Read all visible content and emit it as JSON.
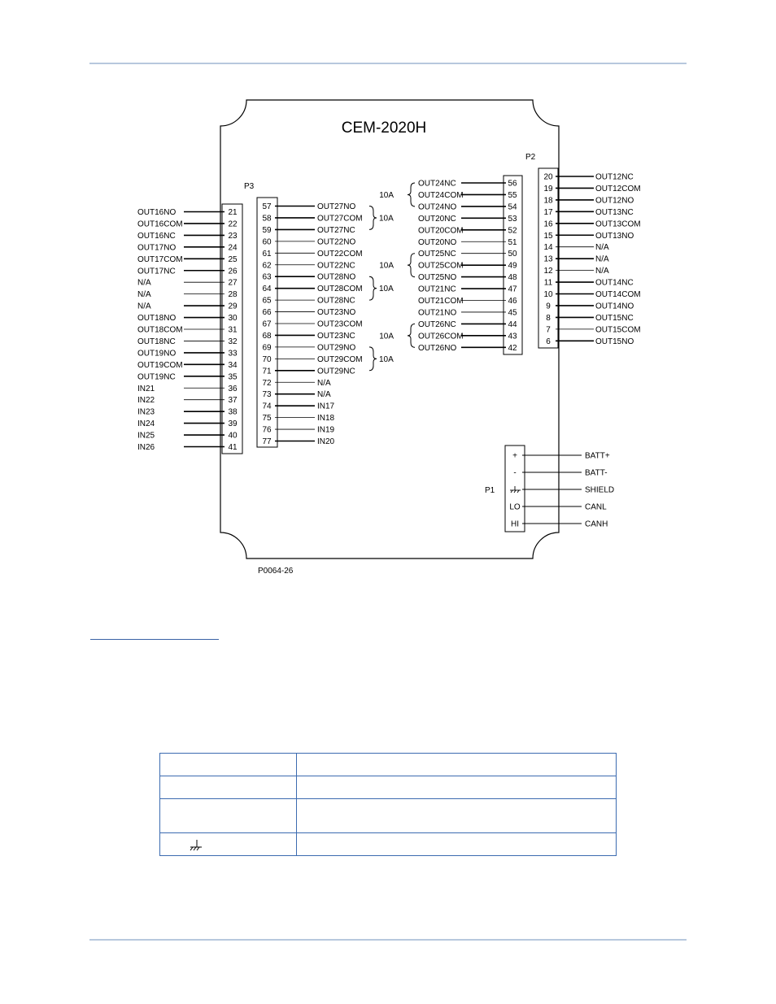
{
  "diagram": {
    "title": "CEM-2020H",
    "figure_id": "P0064-26",
    "connector_labels": {
      "p1": "P1",
      "p2": "P2",
      "p3": "P3"
    },
    "group_label": "10A",
    "left_connector": [
      {
        "pin": "21",
        "label": "OUT16NO",
        "bold": true
      },
      {
        "pin": "22",
        "label": "OUT16COM",
        "bold": true
      },
      {
        "pin": "23",
        "label": "OUT16NC",
        "bold": true
      },
      {
        "pin": "24",
        "label": "OUT17NO",
        "bold": true
      },
      {
        "pin": "25",
        "label": "OUT17COM",
        "bold": true
      },
      {
        "pin": "26",
        "label": "OUT17NC",
        "bold": true
      },
      {
        "pin": "27",
        "label": "N/A",
        "bold": false
      },
      {
        "pin": "28",
        "label": "N/A",
        "bold": false
      },
      {
        "pin": "29",
        "label": "N/A",
        "bold": true
      },
      {
        "pin": "30",
        "label": "OUT18NO",
        "bold": true
      },
      {
        "pin": "31",
        "label": "OUT18COM",
        "bold": false
      },
      {
        "pin": "32",
        "label": "OUT18NC",
        "bold": false
      },
      {
        "pin": "33",
        "label": "OUT19NO",
        "bold": true
      },
      {
        "pin": "34",
        "label": "OUT19COM",
        "bold": true
      },
      {
        "pin": "35",
        "label": "OUT19NC",
        "bold": true
      },
      {
        "pin": "36",
        "label": "IN21",
        "bold": false
      },
      {
        "pin": "37",
        "label": "IN22",
        "bold": false
      },
      {
        "pin": "38",
        "label": "IN23",
        "bold": true
      },
      {
        "pin": "39",
        "label": "IN24",
        "bold": true
      },
      {
        "pin": "40",
        "label": "IN25",
        "bold": true
      },
      {
        "pin": "41",
        "label": "IN26",
        "bold": true
      }
    ],
    "p3_connector": [
      {
        "pin": "57",
        "label": "OUT27NO",
        "bold": true
      },
      {
        "pin": "58",
        "label": "OUT27COM",
        "bold": true
      },
      {
        "pin": "59",
        "label": "OUT27NC",
        "bold": true
      },
      {
        "pin": "60",
        "label": "OUT22NO",
        "bold": false
      },
      {
        "pin": "61",
        "label": "OUT22COM",
        "bold": false
      },
      {
        "pin": "62",
        "label": "OUT22NC",
        "bold": false
      },
      {
        "pin": "63",
        "label": "OUT28NO",
        "bold": true
      },
      {
        "pin": "64",
        "label": "OUT28COM",
        "bold": true
      },
      {
        "pin": "65",
        "label": "OUT28NC",
        "bold": false
      },
      {
        "pin": "66",
        "label": "OUT23NO",
        "bold": false
      },
      {
        "pin": "67",
        "label": "OUT23COM",
        "bold": false
      },
      {
        "pin": "68",
        "label": "OUT23NC",
        "bold": true
      },
      {
        "pin": "69",
        "label": "OUT29NO",
        "bold": false
      },
      {
        "pin": "70",
        "label": "OUT29COM",
        "bold": false
      },
      {
        "pin": "71",
        "label": "OUT29NC",
        "bold": true
      },
      {
        "pin": "72",
        "label": "N/A",
        "bold": false
      },
      {
        "pin": "73",
        "label": "N/A",
        "bold": true
      },
      {
        "pin": "74",
        "label": "IN17",
        "bold": true
      },
      {
        "pin": "75",
        "label": "IN18",
        "bold": false
      },
      {
        "pin": "76",
        "label": "IN19",
        "bold": false
      },
      {
        "pin": "77",
        "label": "IN20",
        "bold": true
      }
    ],
    "mid_connector": [
      {
        "pin": "56",
        "label": "OUT24NC",
        "bold": true
      },
      {
        "pin": "55",
        "label": "OUT24COM",
        "bold": true
      },
      {
        "pin": "54",
        "label": "OUT24NO",
        "bold": true
      },
      {
        "pin": "53",
        "label": "OUT20NC",
        "bold": true
      },
      {
        "pin": "52",
        "label": "OUT20COM",
        "bold": true
      },
      {
        "pin": "51",
        "label": "OUT20NO",
        "bold": false
      },
      {
        "pin": "50",
        "label": "OUT25NC",
        "bold": false
      },
      {
        "pin": "49",
        "label": "OUT25COM",
        "bold": true
      },
      {
        "pin": "48",
        "label": "OUT25NO",
        "bold": true
      },
      {
        "pin": "47",
        "label": "OUT21NC",
        "bold": true
      },
      {
        "pin": "46",
        "label": "OUT21COM",
        "bold": false
      },
      {
        "pin": "45",
        "label": "OUT21NO",
        "bold": false
      },
      {
        "pin": "44",
        "label": "OUT26NC",
        "bold": true
      },
      {
        "pin": "43",
        "label": "OUT26COM",
        "bold": true
      },
      {
        "pin": "42",
        "label": "OUT26NO",
        "bold": true
      }
    ],
    "p2_connector": [
      {
        "pin": "20",
        "label": "OUT12NC",
        "bold": true
      },
      {
        "pin": "19",
        "label": "OUT12COM",
        "bold": true
      },
      {
        "pin": "18",
        "label": "OUT12NO",
        "bold": true
      },
      {
        "pin": "17",
        "label": "OUT13NC",
        "bold": true
      },
      {
        "pin": "16",
        "label": "OUT13COM",
        "bold": true
      },
      {
        "pin": "15",
        "label": "OUT13NO",
        "bold": true
      },
      {
        "pin": "14",
        "label": "N/A",
        "bold": false
      },
      {
        "pin": "13",
        "label": "N/A",
        "bold": true
      },
      {
        "pin": "12",
        "label": "N/A",
        "bold": false
      },
      {
        "pin": "11",
        "label": "OUT14NC",
        "bold": true
      },
      {
        "pin": "10",
        "label": "OUT14COM",
        "bold": true
      },
      {
        "pin": "9",
        "label": "OUT14NO",
        "bold": true
      },
      {
        "pin": "8",
        "label": "OUT15NC",
        "bold": true
      },
      {
        "pin": "7",
        "label": "OUT15COM",
        "bold": false
      },
      {
        "pin": "6",
        "label": "OUT15NO",
        "bold": true
      }
    ],
    "p1_connector": [
      {
        "pin": "+",
        "label": "BATT+"
      },
      {
        "pin": "-",
        "label": "BATT-"
      },
      {
        "pin": "",
        "label": "SHIELD"
      },
      {
        "pin": "LO",
        "label": "CANL"
      },
      {
        "pin": "HI",
        "label": "CANH"
      }
    ]
  },
  "table": {
    "rows": 4
  }
}
